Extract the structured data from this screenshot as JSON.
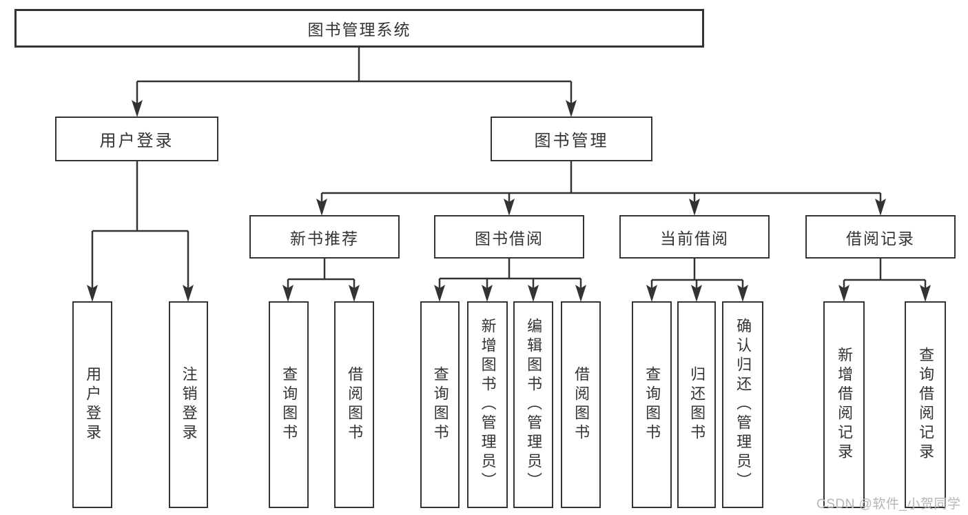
{
  "nodes": {
    "root": "图书管理系统",
    "login": "用户登录",
    "manage": "图书管理",
    "recommend": "新书推荐",
    "borrow": "图书借阅",
    "current": "当前借阅",
    "records": "借阅记录"
  },
  "leaves": {
    "login": [
      "用户登录",
      "注销登录"
    ],
    "recommend": [
      "查询图书",
      "借阅图书"
    ],
    "borrow": [
      "查询图书",
      "新增图书（管理员）",
      "编辑图书（管理员）",
      "借阅图书"
    ],
    "current": [
      "查询图书",
      "归还图书",
      "确认归还（管理员）"
    ],
    "records": [
      "新增借阅记录",
      "查询借阅记录"
    ]
  },
  "watermark": "CSDN @软件_小贺同学",
  "colors": {
    "line": "#333333",
    "text": "#333333",
    "box_background": "#ffffff",
    "background": "#ffffff",
    "watermark": "#b5b5b5"
  }
}
